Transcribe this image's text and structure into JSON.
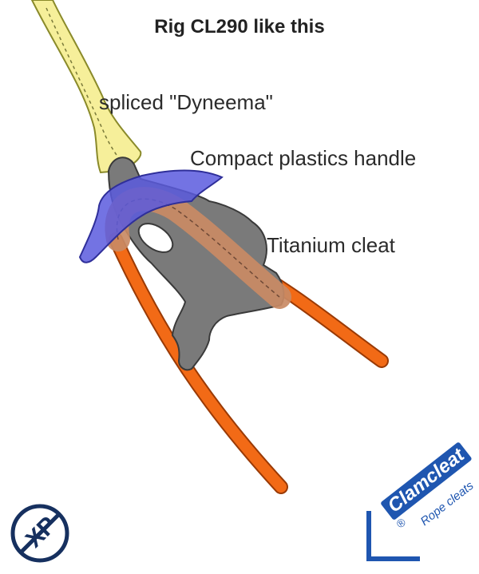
{
  "diagram": {
    "title": "Rig CL290 like this",
    "labels": {
      "dyneema": "spliced \"Dyneema\"",
      "handle": "Compact plastics handle",
      "cleat": "Titanium cleat"
    }
  },
  "logos": {
    "left": {
      "name": "XP",
      "text": "XP"
    },
    "right": {
      "name": "Clamcleat",
      "brand": "Clamcleat",
      "registered": "®",
      "tagline": "Rope cleats"
    }
  },
  "colors": {
    "rope_orange": "#f26a16",
    "rope_orange_dark": "#9a3a05",
    "dyneema_fill": "#f6ef9a",
    "dyneema_outline": "#8a8a2a",
    "cleat_grey": "#7a7a7a",
    "cleat_outline": "#3a3a3a",
    "handle_blue": "#5b5bde",
    "handle_outline": "#2f2f9a",
    "rope_through_cleat": "#c98a64",
    "logo_navy": "#16305f",
    "logo_blue": "#1f56b0"
  }
}
